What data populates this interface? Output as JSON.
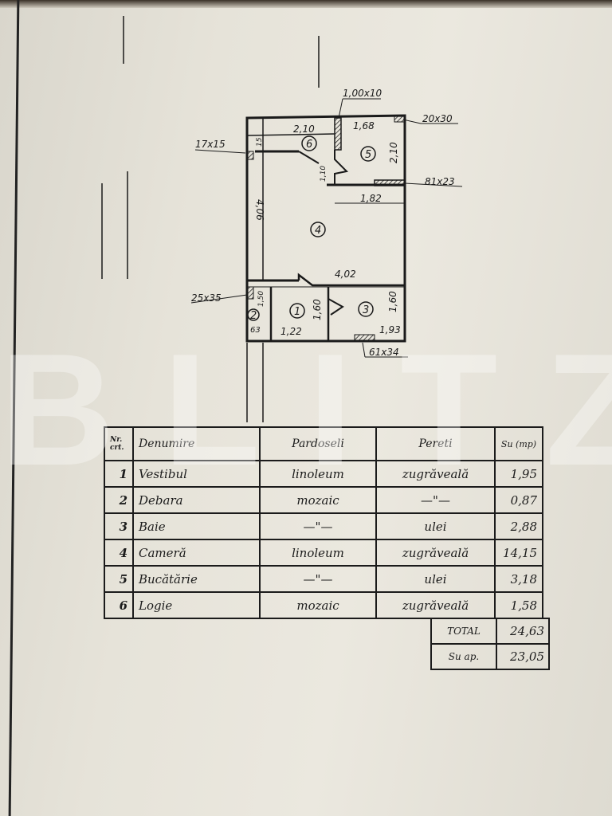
{
  "plan": {
    "rooms": [
      "1",
      "2",
      "3",
      "4",
      "5",
      "6"
    ],
    "dimensions": {
      "top_window": "1,00x10",
      "corner_right": "20x30",
      "corner_left": "17x15",
      "logia_width": "2,10",
      "kitchen_width": "1,68",
      "kitchen_height": "2,10",
      "kitchen_vent": "81x23",
      "kitchen_lower": "1,82",
      "door_small": "1,10",
      "logia_small": "15",
      "room_height": "4,06",
      "room_width": "4,02",
      "storage_vent": "25x35",
      "storage_h": "1,50",
      "storage_w": "63",
      "hall_h": "1,60",
      "hall_w": "1,22",
      "bath_h": "1,60",
      "bath_w": "1,93",
      "bath_vent": "61x34"
    }
  },
  "table": {
    "headers": [
      "Nr. crt.",
      "Denumire",
      "Pardoseli",
      "Pereti",
      "Su (mp)"
    ],
    "rows": [
      [
        "1",
        "Vestibul",
        "linoleum",
        "zugrăveală",
        "1,95"
      ],
      [
        "2",
        "Debara",
        "mozaic",
        "—\"—",
        "0,87"
      ],
      [
        "3",
        "Baie",
        "—\"—",
        "ulei",
        "2,88"
      ],
      [
        "4",
        "Cameră",
        "linoleum",
        "zugrăveală",
        "14,15"
      ],
      [
        "5",
        "Bucătărie",
        "—\"—",
        "ulei",
        "3,18"
      ],
      [
        "6",
        "Logie",
        "mozaic",
        "zugrăveală",
        "1,58"
      ]
    ],
    "total_label": "TOTAL",
    "total_value": "24,63",
    "su_ap_label": "Su ap.",
    "su_ap_value": "23,05"
  },
  "watermark": "BLITZ"
}
